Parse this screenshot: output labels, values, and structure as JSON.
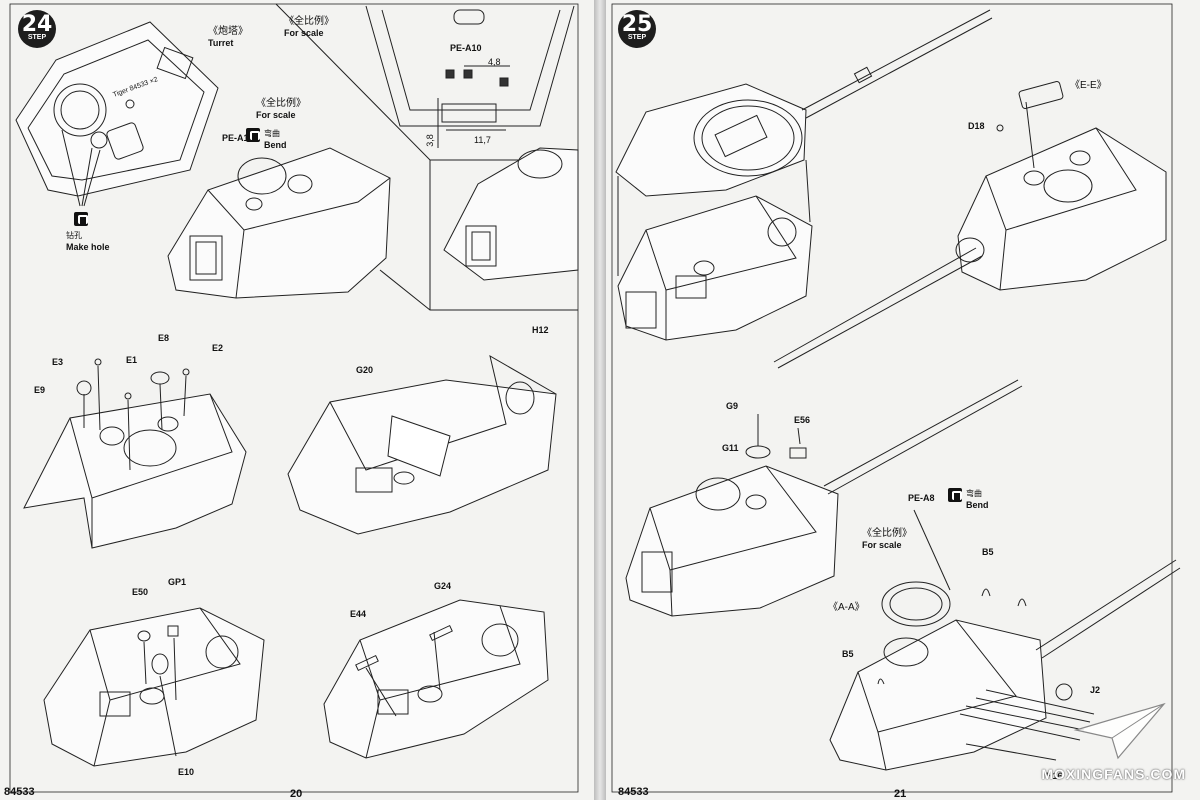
{
  "left_page": {
    "step": {
      "number": "24",
      "label": "STEP"
    },
    "turret_caption": {
      "zh": "《炮塔》",
      "en": "Turret"
    },
    "scale_caption_1": {
      "zh": "《全比例》",
      "en": "For scale"
    },
    "scale_caption_2": {
      "zh": "《全比例》",
      "en": "For scale"
    },
    "turret_text": "Tiger 84533 ×2",
    "make_hole": {
      "zh": "钻孔",
      "en": "Make hole"
    },
    "bend": {
      "zh": "弯曲",
      "en": "Bend"
    },
    "dimensions": [
      "4,8",
      "3,8",
      "11,7"
    ],
    "parts": {
      "pe_a10_detail": "PE-A10",
      "pe_a10": "PE-A10",
      "e3": "E3",
      "e9": "E9",
      "e1": "E1",
      "e8": "E8",
      "e2": "E2",
      "g20": "G20",
      "h12": "H12",
      "e50": "E50",
      "gp1": "GP1",
      "e10": "E10",
      "e44": "E44",
      "g24": "G24"
    },
    "footer": {
      "code": "84533",
      "page": "20"
    }
  },
  "right_page": {
    "step": {
      "number": "25",
      "label": "STEP"
    },
    "ee_caption": "《E-E》",
    "aa_caption": "《A-A》",
    "scale_caption": {
      "zh": "《全比例》",
      "en": "For scale"
    },
    "bend": {
      "zh": "弯曲",
      "en": "Bend"
    },
    "parts": {
      "d18": "D18",
      "g9": "G9",
      "g11": "G11",
      "e56": "E56",
      "pe_a8": "PE-A8",
      "b5_top": "B5",
      "b5_left": "B5",
      "j2": "J2",
      "h16": "H16"
    },
    "footer": {
      "code": "84533",
      "page": "21"
    },
    "watermark": "MOXINGFANS.COM"
  }
}
